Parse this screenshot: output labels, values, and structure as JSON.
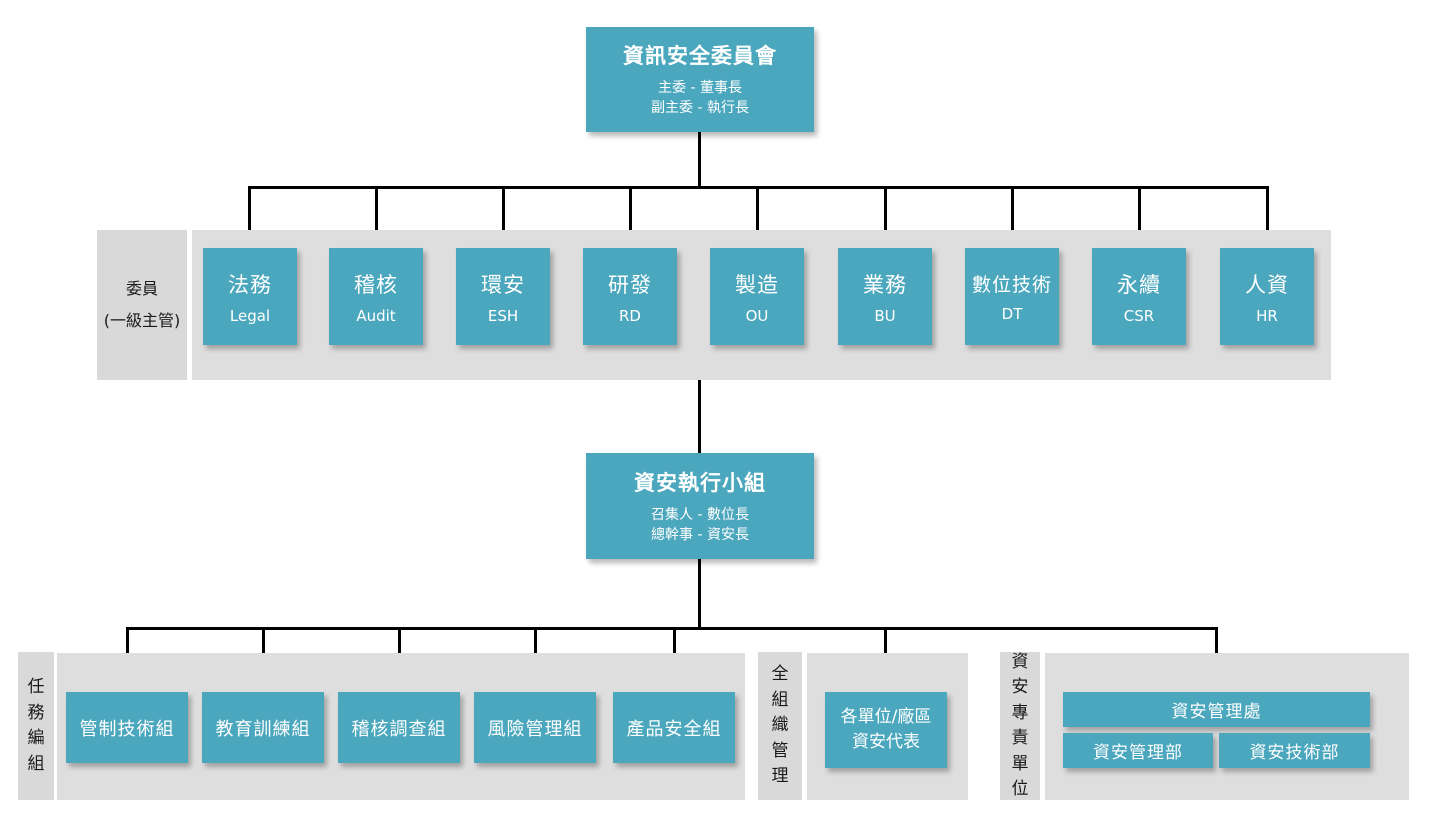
{
  "colors": {
    "node_teal": "#4BA7BD",
    "band_gray": "#DEDEDE",
    "label_gray": "#D9D9D9",
    "connector_black": "#000000",
    "node_text_white": "#FFFFFF",
    "label_text_black": "#1A1A1A"
  },
  "committee": {
    "title": "資訊安全委員會",
    "sub1": "主委 - 董事長",
    "sub2": "副主委 - 執行長"
  },
  "members_label": {
    "line1": "委員",
    "line2": "(一級主管)"
  },
  "members": [
    {
      "title": "法務",
      "sub": "Legal"
    },
    {
      "title": "稽核",
      "sub": "Audit"
    },
    {
      "title": "環安",
      "sub": "ESH"
    },
    {
      "title": "研發",
      "sub": "RD"
    },
    {
      "title": "製造",
      "sub": "OU"
    },
    {
      "title": "業務",
      "sub": "BU"
    },
    {
      "title": "數位技術",
      "sub": "DT"
    },
    {
      "title": "永續",
      "sub": "CSR"
    },
    {
      "title": "人資",
      "sub": "HR"
    }
  ],
  "exec_team": {
    "title": "資安執行小組",
    "sub1": "召集人 - 數位長",
    "sub2": "總幹事 - 資安長"
  },
  "sections": {
    "task": {
      "label": "任務編組",
      "groups": [
        "管制技術組",
        "教育訓練組",
        "稽核調查組",
        "風險管理組",
        "產品安全組"
      ]
    },
    "org": {
      "label": "全組織管理",
      "box_line1": "各單位/廠區",
      "box_line2": "資安代表"
    },
    "dedicated": {
      "label": "資安專責單位",
      "office": "資安管理處",
      "dept1": "資安管理部",
      "dept2": "資安技術部"
    }
  }
}
